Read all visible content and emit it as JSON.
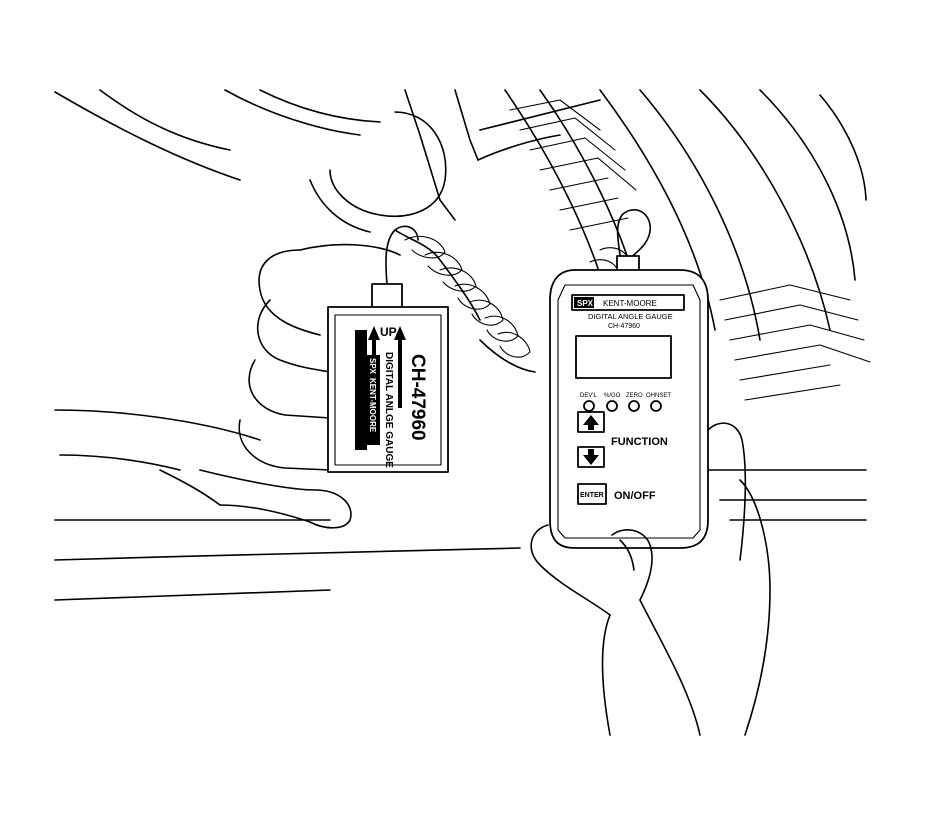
{
  "sensor": {
    "model": "CH-47960",
    "title": "DIGITAL ANLGE GAUGE",
    "brand_left": "SPX",
    "brand_right": "KENT-MOORE",
    "up_label": "UP"
  },
  "meter": {
    "header_left": "SPX",
    "header_right": "KENT-MOORE",
    "title": "DIGITAL ANGLE GAUGE",
    "model": "CH-47960",
    "indicators": [
      "DEV'L",
      "%/GO",
      "ZERO",
      "OHNSET"
    ],
    "function_label": "FUNCTION",
    "enter_label": "ENTER",
    "onoff_label": "ON/OFF"
  },
  "icons": {
    "up_arrow": "arrow-up-icon",
    "down_arrow": "arrow-down-icon"
  }
}
